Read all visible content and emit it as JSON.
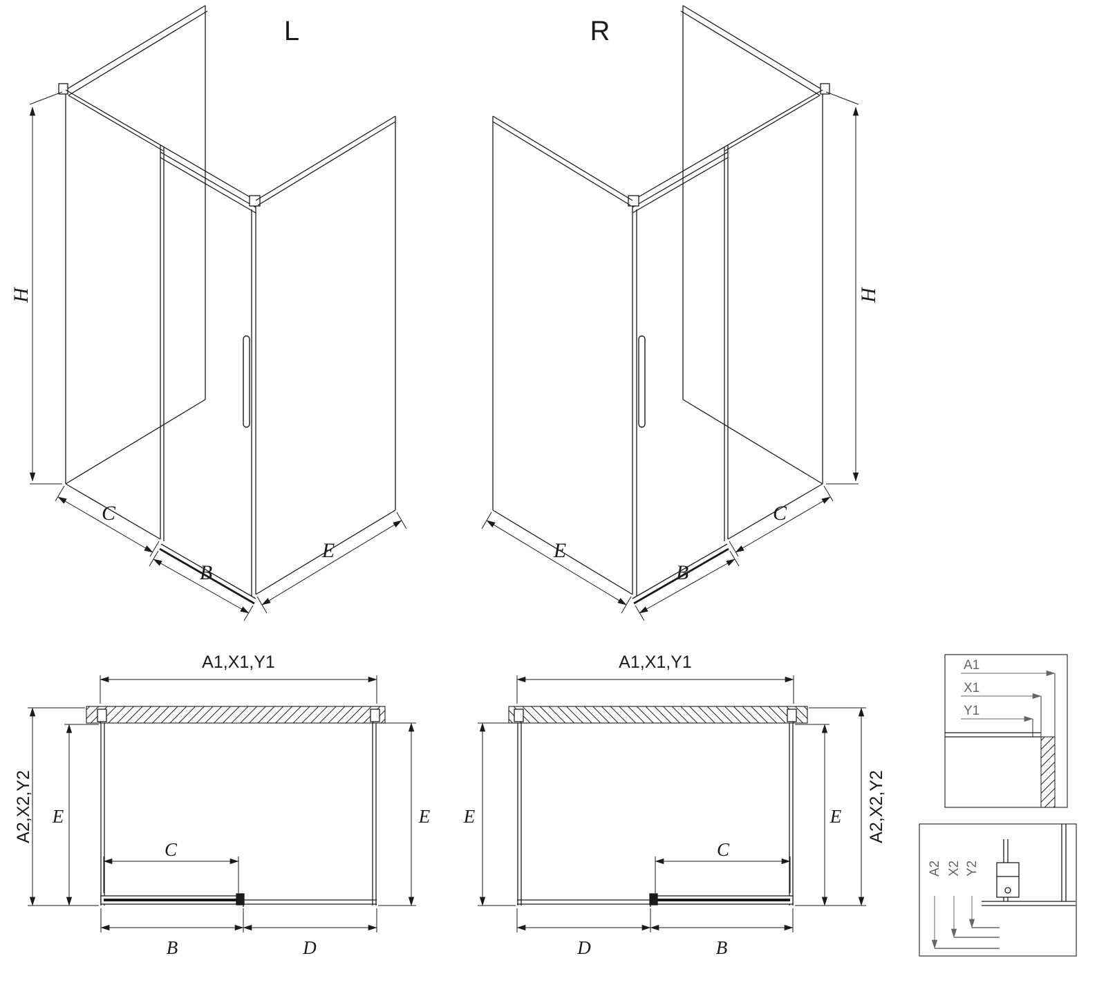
{
  "drawing": {
    "iso_left": {
      "label": "L",
      "dim_h": "H",
      "dim_c": "C",
      "dim_b": "B",
      "dim_e": "E"
    },
    "iso_right": {
      "label": "R",
      "dim_h": "H",
      "dim_c": "C",
      "dim_b": "B",
      "dim_e": "E"
    },
    "plan_left": {
      "dim_top": "A1,X1,Y1",
      "dim_left_outer": "A2,X2,Y2",
      "dim_left_inner": "E",
      "dim_right": "E",
      "dim_c": "C",
      "dim_b": "B",
      "dim_d": "D"
    },
    "plan_right": {
      "dim_top": "A1,X1,Y1",
      "dim_left": "E",
      "dim_right_inner": "E",
      "dim_right_outer": "A2,X2,Y2",
      "dim_c": "C",
      "dim_b": "B",
      "dim_d": "D"
    },
    "detail_top": {
      "label_a": "A1",
      "label_x": "X1",
      "label_y": "Y1"
    },
    "detail_bottom": {
      "label_a": "A2",
      "label_x": "X2",
      "label_y": "Y2"
    }
  },
  "colors": {
    "line": "#1a1a1a",
    "detail": "#666666",
    "background": "#ffffff"
  }
}
